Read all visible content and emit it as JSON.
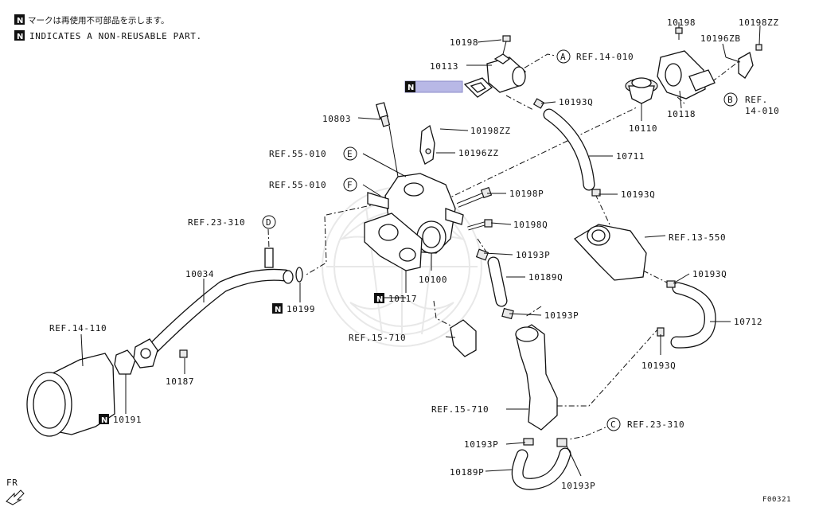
{
  "header": {
    "n_symbol": "N",
    "note_japanese": "マークは再使用不可部品を示します。",
    "note_english": "INDICATES A NON-REUSABLE PART."
  },
  "refs": {
    "a": {
      "letter": "A",
      "text": "REF.14-010"
    },
    "b": {
      "letter": "B",
      "text1": "REF.",
      "text2": "14-010"
    },
    "c": {
      "letter": "C",
      "text": "REF.23-310"
    },
    "d": {
      "letter": "D",
      "text": "REF.23-310"
    },
    "e": {
      "letter": "E",
      "text": "REF.55-010"
    },
    "f": {
      "letter": "F",
      "text": "REF.55-010"
    },
    "ref_13_550": "REF.13-550",
    "ref_14_110": "REF.14-110",
    "ref_15_710_top": "REF.15-710",
    "ref_15_710_bottom": "REF.15-710"
  },
  "parts": {
    "p10198_top": "10198",
    "p10113": "10113",
    "p10803": "10803",
    "p10198zz_mid": "10198ZZ",
    "p10196zz": "10196ZZ",
    "p10198_right": "10198",
    "p10198zz_right": "10198ZZ",
    "p10196zb": "10196ZB",
    "p10193q_a": "10193Q",
    "p10110": "10110",
    "p10118": "10118",
    "p10711": "10711",
    "p10193q_b": "10193Q",
    "p10198p": "10198P",
    "p10198q": "10198Q",
    "p10193p_a": "10193P",
    "p10189q": "10189Q",
    "p10193q_c": "10193Q",
    "p10712": "10712",
    "p10193q_d": "10193Q",
    "p10100": "10100",
    "p10117": "10117",
    "p10034": "10034",
    "p10199": "10199",
    "p10187": "10187",
    "p10191": "10191",
    "p10193p_b": "10193P",
    "p10193p_c": "10193P",
    "p10189p": "10189P",
    "p10193p_d": "10193P"
  },
  "footer": {
    "fr": "FR",
    "code": "F00321"
  }
}
